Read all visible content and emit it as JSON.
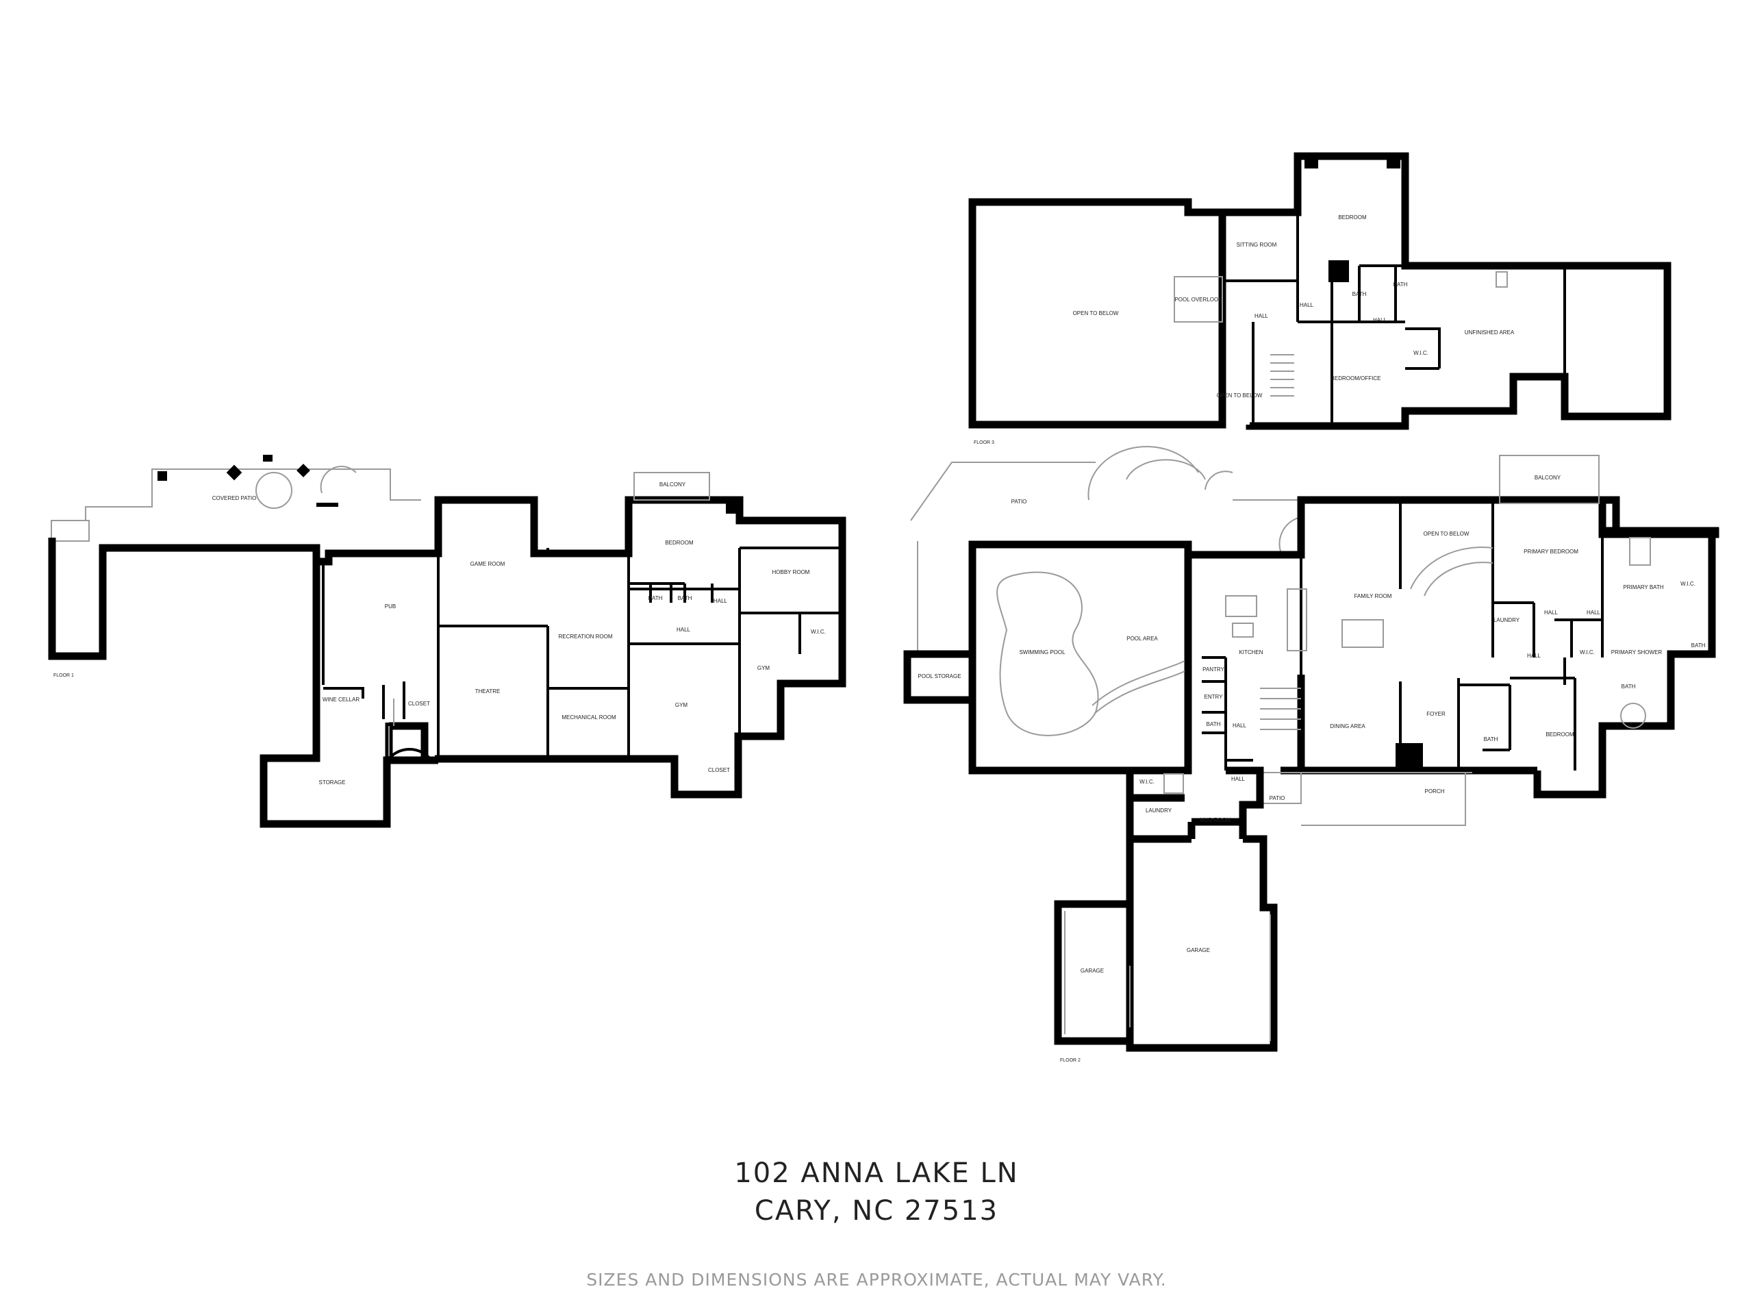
{
  "address": {
    "line1": "102 ANNA LAKE LN",
    "line2": "CARY, NC 27513"
  },
  "disclaimer": "SIZES AND DIMENSIONS ARE APPROXIMATE, ACTUAL MAY VARY.",
  "floors": {
    "floor1": {
      "label": "FLOOR 1",
      "rooms": {
        "covered_patio": "COVERED PATIO",
        "pub": "PUB",
        "game_room": "GAME ROOM",
        "balcony": "BALCONY",
        "bedroom": "BEDROOM",
        "hobby_room": "HOBBY ROOM",
        "bath_a": "BATH",
        "bath_b": "BATH",
        "hall_v": "HALL",
        "hall_h": "HALL",
        "recreation_room": "RECREATION ROOM",
        "wic": "W.I.C.",
        "gym_a": "GYM",
        "gym_b": "GYM",
        "wine_cellar": "WINE CELLAR",
        "closet_a": "CLOSET",
        "theatre": "THEATRE",
        "mechanical_room": "MECHANICAL ROOM",
        "closet_b": "CLOSET",
        "storage": "STORAGE"
      }
    },
    "floor2": {
      "label": "FLOOR 2",
      "rooms": {
        "patio_top": "PATIO",
        "balcony": "BALCONY",
        "open_to_below": "OPEN TO BELOW",
        "primary_bedroom": "PRIMARY BEDROOM",
        "family_room": "FAMILY ROOM",
        "swimming_pool": "SWIMMING POOL",
        "pool_area": "POOL AREA",
        "pool_storage": "POOL STORAGE",
        "kitchen": "KITCHEN",
        "pantry": "PANTRY",
        "entry": "ENTRY",
        "hall_a": "HALL",
        "hall_b": "HALL",
        "hall_c": "HALL",
        "hall_d": "HALL",
        "hall_e": "HALL",
        "laundry_a": "LAUNDRY",
        "primary_bath": "PRIMARY BATH",
        "wic_a": "W.I.C.",
        "wic_b": "W.I.C.",
        "primary_shower": "PRIMARY SHOWER",
        "bath_a": "BATH",
        "bath_b": "BATH",
        "bath_c": "BATH",
        "bath_d": "BATH",
        "dining_area": "DINING AREA",
        "foyer": "FOYER",
        "bedroom": "BEDROOM",
        "porch": "PORCH",
        "patio_bottom": "PATIO",
        "wic_c": "W.I.C.",
        "laundry_b": "LAUNDRY",
        "mud_room": "MUD ROOM",
        "garage_left": "GARAGE",
        "garage_right": "GARAGE"
      }
    },
    "floor3": {
      "label": "FLOOR 3",
      "rooms": {
        "open_to_below_a": "OPEN TO BELOW",
        "sitting_room": "SITTING ROOM",
        "bedroom": "BEDROOM",
        "pool_overlook": "POOL OVERLOOK",
        "hall_a": "HALL",
        "hall_b": "HALL",
        "hall_c": "HALL",
        "bath_a": "BATH",
        "bath_b": "BATH",
        "unfinished_area": "UNFINISHED AREA",
        "wic": "W.I.C.",
        "open_to_below_b": "OPEN TO BELOW",
        "bedroom_office": "BEDROOM/OFFICE"
      }
    }
  }
}
